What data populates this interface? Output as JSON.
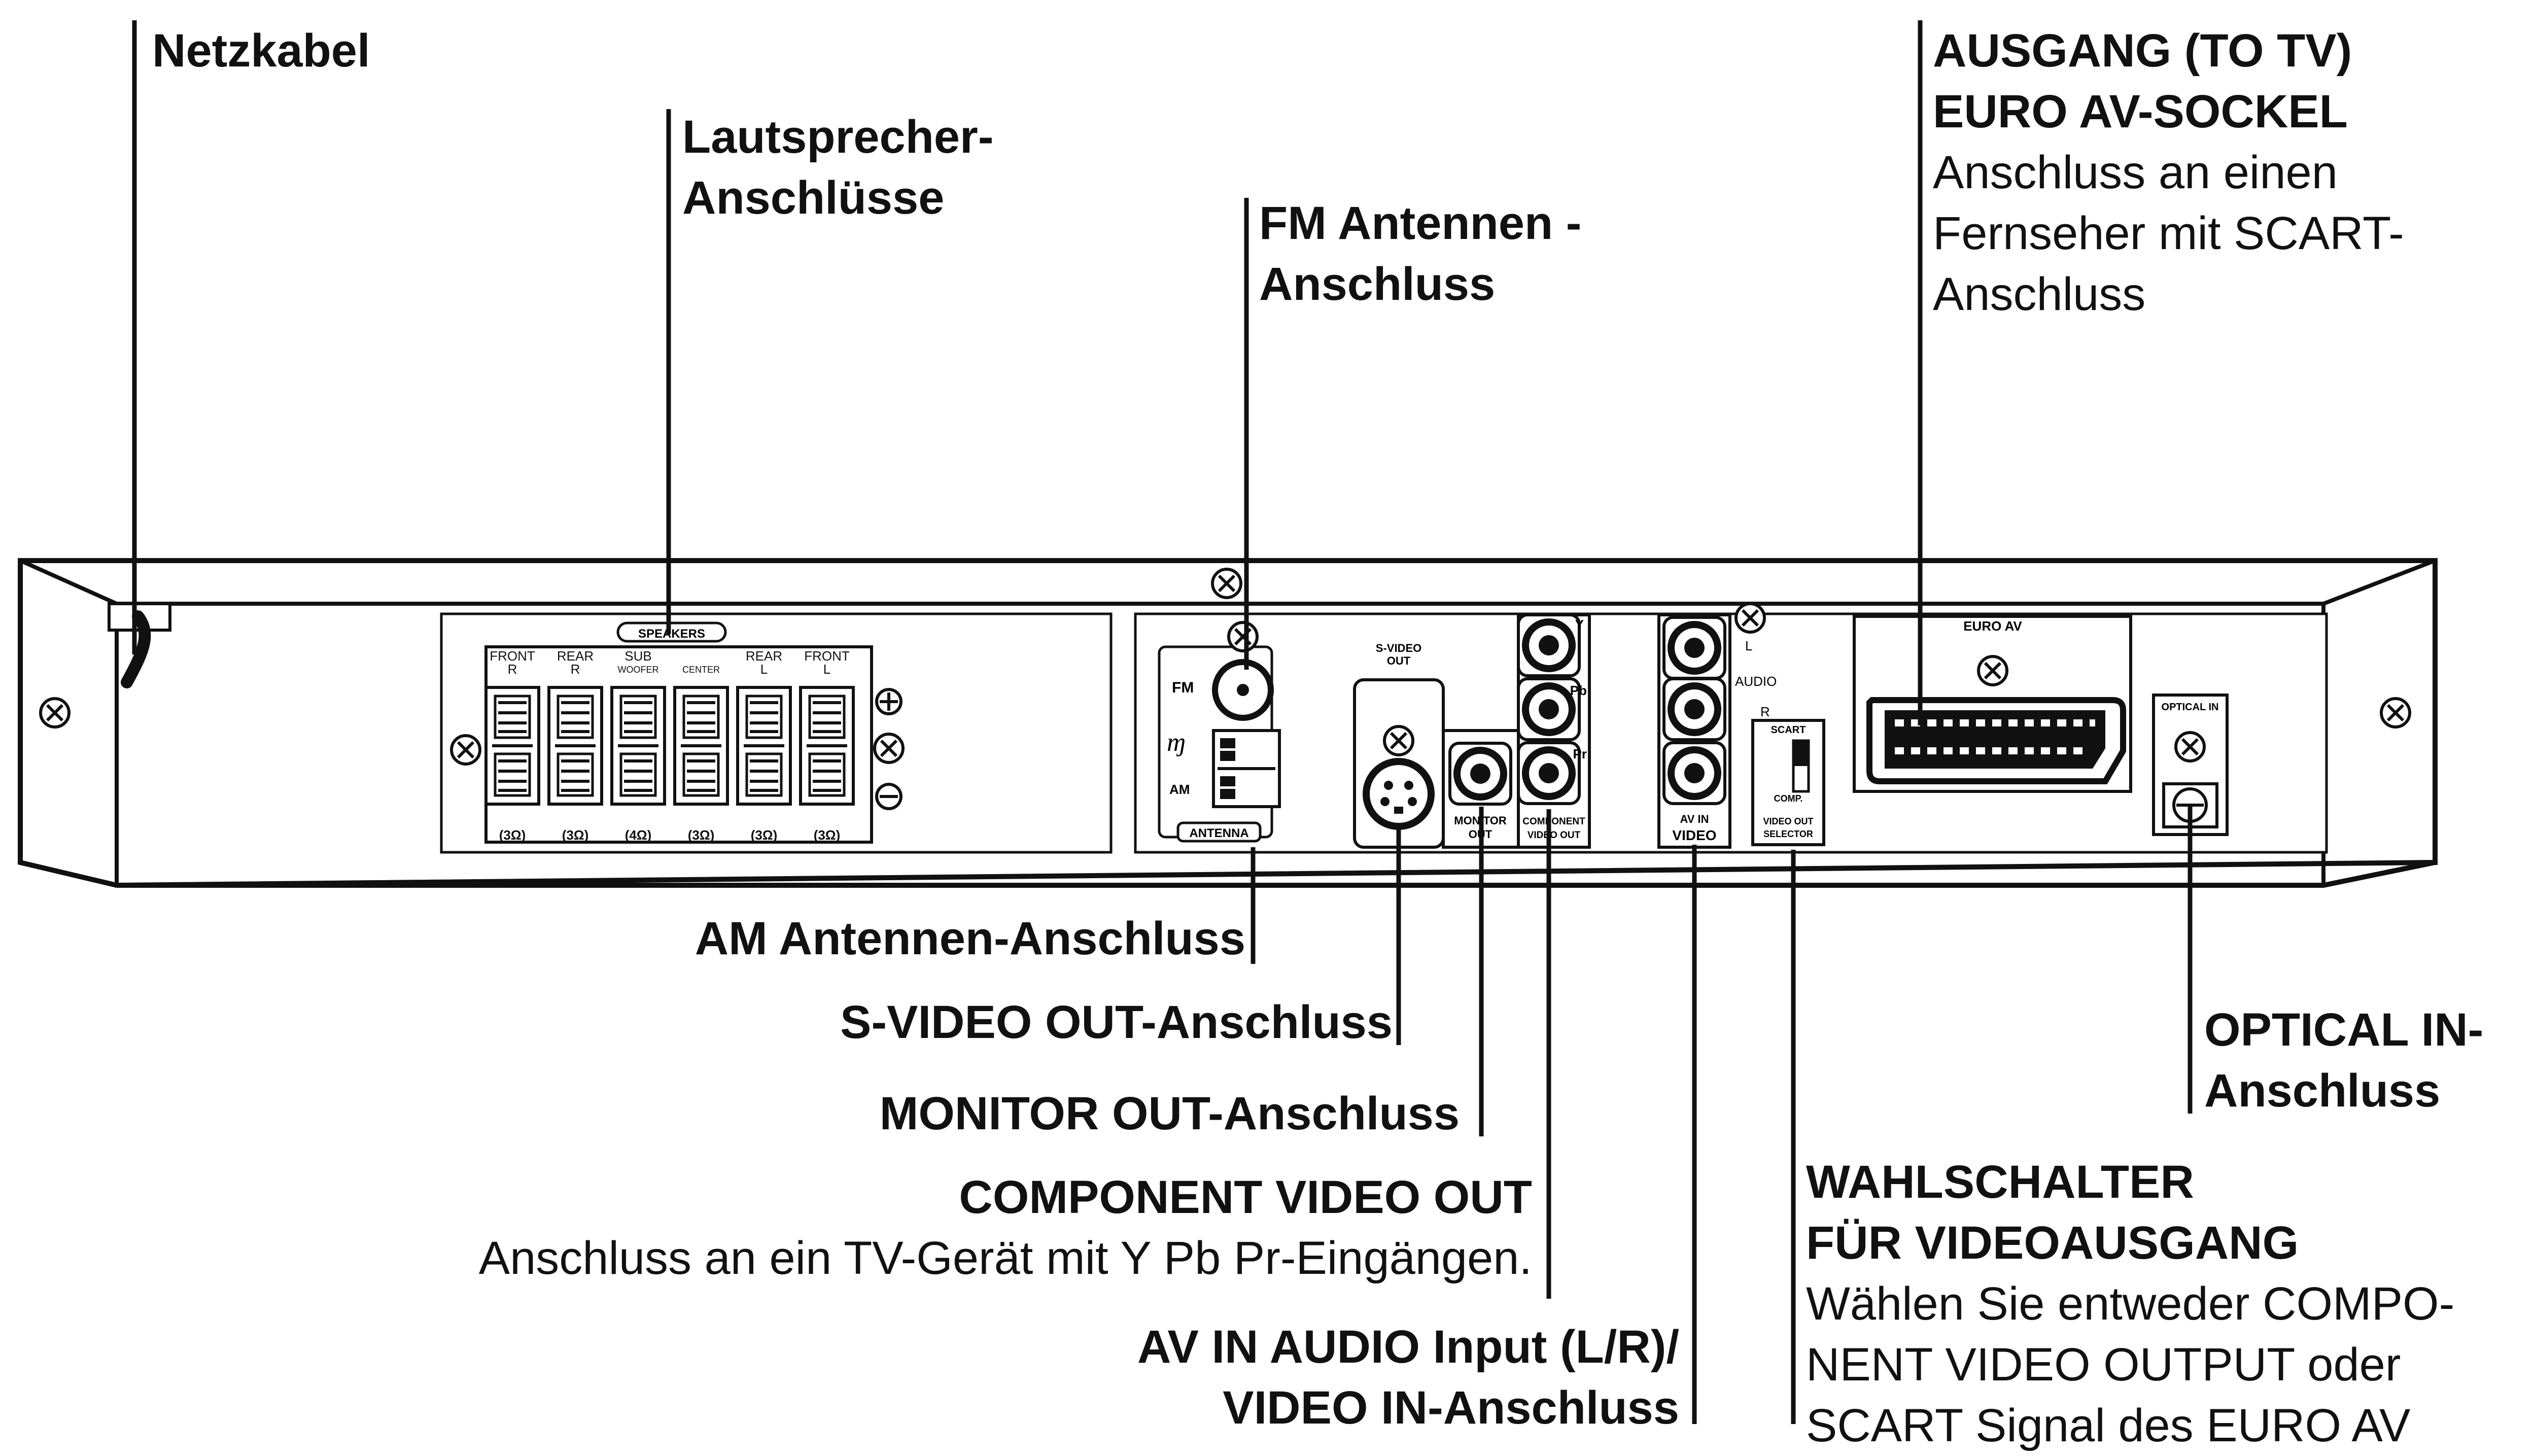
{
  "labels": {
    "netzkabel": "Netzkabel",
    "lautsprecher_1": "Lautsprecher-",
    "lautsprecher_2": "Anschlüsse",
    "fm_1": "FM Antennen -",
    "fm_2": "Anschluss",
    "ausgang_1": "AUSGANG (TO TV)",
    "ausgang_2": "EURO AV-SOCKEL",
    "ausgang_desc_1": "Anschluss an einen",
    "ausgang_desc_2": "Fernseher mit SCART-",
    "ausgang_desc_3": "Anschluss",
    "am": "AM Antennen-Anschluss",
    "svideo": "S-VIDEO OUT-Anschluss",
    "monitor": "MONITOR OUT-Anschluss",
    "component": "COMPONENT VIDEO OUT",
    "component_desc": "Anschluss an ein TV-Gerät mit Y Pb Pr-Eingängen.",
    "avin_1": "AV IN AUDIO Input (L/R)/",
    "avin_2": "VIDEO IN-Anschluss",
    "optical_1": "OPTICAL IN-",
    "optical_2": "Anschluss",
    "wahl_1": "WAHLSCHALTER",
    "wahl_2": "FÜR VIDEOAUSGANG",
    "wahl_desc_1": "Wählen Sie entweder COMPO-",
    "wahl_desc_2": "NENT VIDEO OUTPUT oder",
    "wahl_desc_3": "SCART Signal des EURO AV"
  },
  "panel": {
    "speakers": "SPEAKERS",
    "ch1": "FRONT",
    "ch1b": "R",
    "ch2": "REAR",
    "ch2b": "R",
    "ch3": "SUB",
    "ch3b": "WOOFER",
    "ch4": "CENTER",
    "ch5": "REAR",
    "ch5b": "L",
    "ch6": "FRONT",
    "ch6b": "L",
    "ohm1": "(3Ω)",
    "ohm2": "(3Ω)",
    "ohm3": "(4Ω)",
    "ohm4": "(3Ω)",
    "ohm5": "(3Ω)",
    "ohm6": "(3Ω)",
    "fm": "FM",
    "am": "AM",
    "antenna": "ANTENNA",
    "svideo_1": "S-VIDEO",
    "svideo_2": "OUT",
    "y": "Y",
    "pb": "Pb",
    "pr": "Pr",
    "monitor_1": "MONITOR",
    "monitor_2": "OUT",
    "component_1": "COMPONENT",
    "component_2": "VIDEO OUT",
    "l": "L",
    "audio": "AUDIO",
    "r": "R",
    "avin": "AV IN",
    "video": "VIDEO",
    "scart": "SCART",
    "comp": "COMP.",
    "selector_1": "VIDEO OUT",
    "selector_2": "SELECTOR",
    "euroav": "EURO AV",
    "optical": "OPTICAL IN"
  }
}
